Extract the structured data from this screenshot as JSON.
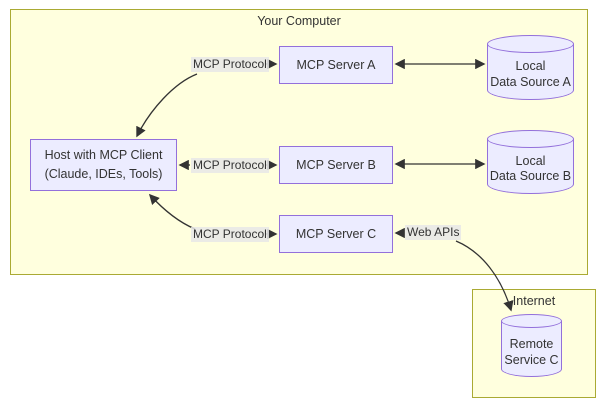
{
  "palette": {
    "canvas_bg": "#ffffff",
    "cluster_fill": "#ffffde",
    "cluster_border": "#aaaa33",
    "node_fill": "#ECECFF",
    "node_border": "#9370DB",
    "edge_color": "#333333",
    "edge_label_bg": "#e8e8e8",
    "text_color": "#333333"
  },
  "clusters": {
    "your_computer": {
      "label": "Your Computer"
    },
    "internet": {
      "label": "Internet"
    }
  },
  "nodes": {
    "host": {
      "line1": "Host with MCP Client",
      "line2": "(Claude, IDEs, Tools)"
    },
    "server_a": {
      "label": "MCP Server A"
    },
    "server_b": {
      "label": "MCP Server B"
    },
    "server_c": {
      "label": "MCP Server C"
    },
    "data_source_a": {
      "line1": "Local",
      "line2": "Data Source A"
    },
    "data_source_b": {
      "line1": "Local",
      "line2": "Data Source B"
    },
    "remote_service_c": {
      "line1": "Remote",
      "line2": "Service C"
    }
  },
  "edge_labels": {
    "mcp_protocol_a": "MCP Protocol",
    "mcp_protocol_b": "MCP Protocol",
    "mcp_protocol_c": "MCP Protocol",
    "web_apis": "Web APIs"
  }
}
